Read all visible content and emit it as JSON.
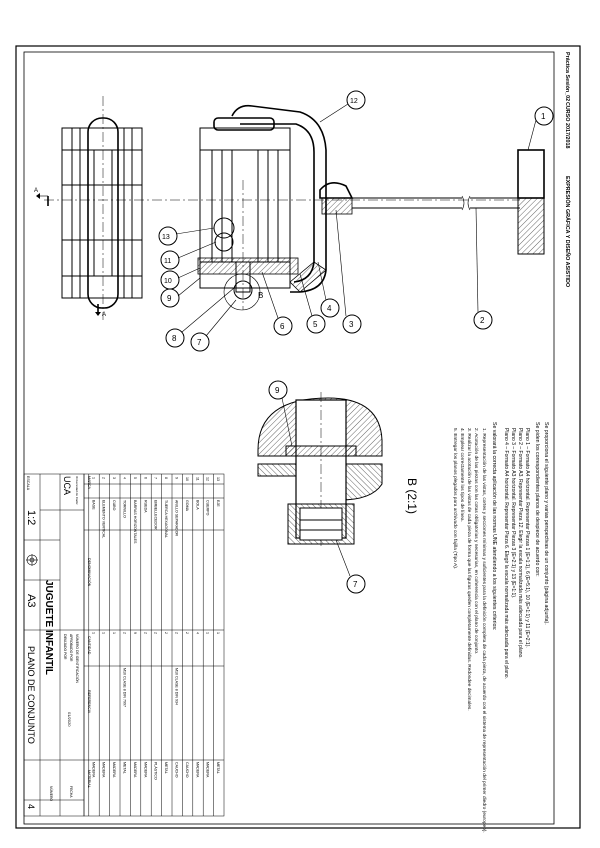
{
  "header": {
    "practice": "Práctica Sesión_02",
    "course": "CURSO 2017/2018",
    "subject": "EXPRESIÓN GRÁFICA Y DISEÑO ASISTIDO"
  },
  "instructions": {
    "intro": "Se proporciona el siguiente plano y varias perspectivas de un conjunto (página adjunta).",
    "planes_intro": "Se piden los correspondientes planos de despiece de acuerdo con:",
    "plano1": "Plano 1 – Formato A4 horizontal. Representar Piezas 1 (E=1:1), 6 (E=5:1), 10 (E=1:1) y 11 (E=2:1).",
    "plano2": "Plano 2 – Formato A3. Representar Pieza 12. Elegir la escala normalizada más adecuada para el plano.",
    "plano3": "Plano 3 – Formato A3 horizontal. Representar Piezas 3 (E=2:1) y 13 (E=1:1).",
    "plano4": "Plano 4 – Formato A4 horizontal. Representar Pieza 6. Elegir la escala normalizada más adecuada para el plano.",
    "valuation": "Se valorará la correcta aplicación de las normas UNE atendiendo a los siguientes criterios:",
    "criteria": [
      "1.  Representación de las vistas, cortes y secciones mínimas y suficientes para la definición completa de cada pieza, de acuerdo con el sistema de representación del primer diedro (europeo).",
      "2.  Acotación de las piezas con las cotas obligatorias y necesarias, en coherencia con el plano de conjunto.",
      "3.  Realizar la acotación de las vistas de cada pieza de forma que las figuras queden completamente definidas. Redondee decimales.",
      "4.  Emplear correctamente los tipos de línea.",
      "5.  Entregar los planos plegados para archivado con fajilla (Tipo A)."
    ]
  },
  "detail": {
    "label": "B  (2:1)",
    "balloons": [
      "9",
      "7"
    ]
  },
  "main_view": {
    "section_label": "A",
    "detail_label": "B",
    "balloons": [
      "1",
      "2",
      "3",
      "4",
      "5",
      "6",
      "7",
      "8",
      "9",
      "10",
      "11",
      "12",
      "13"
    ]
  },
  "parts_list": {
    "headers": [
      "MARCA",
      "DENOMINACIÓN",
      "CANTIDAD",
      "REFERENCIA",
      "MATERIAL"
    ],
    "rows": [
      {
        "mark": "13",
        "name": "EJE",
        "qty": "1",
        "ref": "",
        "mat": "METAL"
      },
      {
        "mark": "12",
        "name": "CUERPO",
        "qty": "1",
        "ref": "",
        "mat": "MADERA"
      },
      {
        "mark": "11",
        "name": "BOLA",
        "qty": "4",
        "ref": "",
        "mat": "MADERA"
      },
      {
        "mark": "10",
        "name": "GOMA",
        "qty": "2",
        "ref": "",
        "mat": "CAUCHO"
      },
      {
        "mark": "9",
        "name": "ANILLO SEPARADOR",
        "qty": "2",
        "ref": "M10 CLASE 8 DIN 934",
        "mat": "CAUCHO"
      },
      {
        "mark": "8",
        "name": "TUERCA HEXAGONAL",
        "qty": "2",
        "ref": "",
        "mat": "METAL"
      },
      {
        "mark": "7",
        "name": "EMBELLECEDOR",
        "qty": "2",
        "ref": "",
        "mat": "PLÁSTICO"
      },
      {
        "mark": "6",
        "name": "RUEDA",
        "qty": "2",
        "ref": "",
        "mat": "MADERA"
      },
      {
        "mark": "5",
        "name": "BARRAS HORIZONTALES",
        "qty": "9",
        "ref": "",
        "mat": "MADERA"
      },
      {
        "mark": "4",
        "name": "TORNILLO",
        "qty": "2",
        "ref": "M10 CLASE 8 DIN 7997",
        "mat": "METAL"
      },
      {
        "mark": "3",
        "name": "CUBO",
        "qty": "1",
        "ref": "",
        "mat": "MADERA"
      },
      {
        "mark": "2",
        "name": "ELEMENTO VERTICAL",
        "qty": "1",
        "ref": "",
        "mat": "MADERA"
      },
      {
        "mark": "1",
        "name": "BASE",
        "qty": "1",
        "ref": "",
        "mat": "MADERA"
      }
    ]
  },
  "title_block": {
    "logo_text": "UCA",
    "university": "Universidad de Cádiz",
    "drawn_by": "DIBUJADO POR",
    "approved_by": "APROBADO POR",
    "id_number_label": "NÚMERO DE IDENTIFICACIÓN",
    "id_number": "01/2020",
    "date_label": "FECHA",
    "number_label": "NÚMERO",
    "title": "JUGUETE INFANTIL",
    "drawing_name": "PLANO DE CONJUNTO",
    "scale_label": "ESCALA",
    "scale": "1:2",
    "format": "A3",
    "sheet": "4"
  }
}
